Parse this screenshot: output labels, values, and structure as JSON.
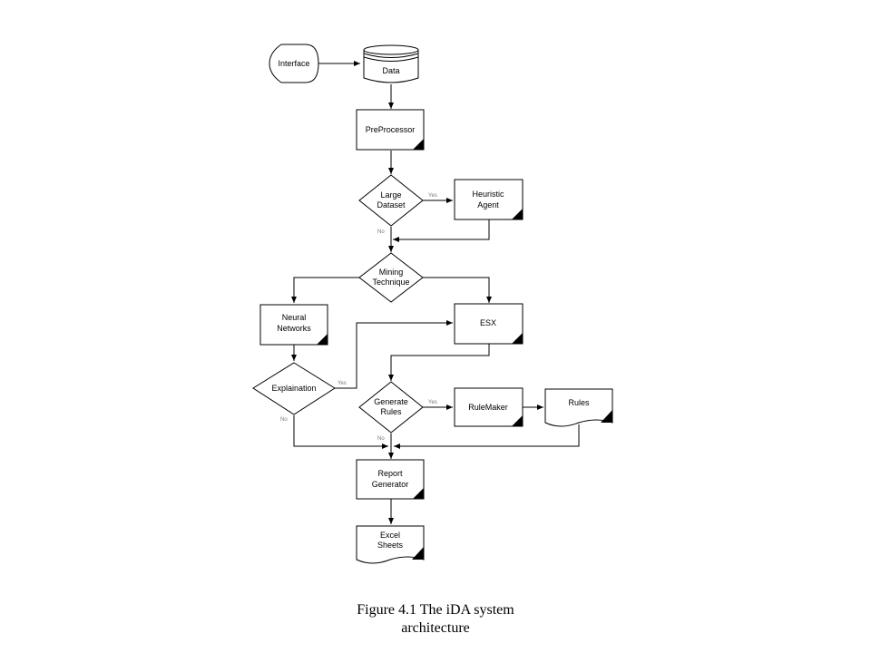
{
  "nodes": {
    "interface": "Interface",
    "data": "Data",
    "preprocessor": "PreProcessor",
    "large_dataset": [
      "Large",
      "Dataset"
    ],
    "heuristic_agent": [
      "Heuristic",
      "Agent"
    ],
    "mining_technique": [
      "Mining",
      "Technique"
    ],
    "neural_networks": [
      "Neural",
      "Networks"
    ],
    "esx": "ESX",
    "explaination": "Explaination",
    "generate_rules": [
      "Generate",
      "Rules"
    ],
    "rulemaker": "RuleMaker",
    "rules": "Rules",
    "report_generator": [
      "Report",
      "Generator"
    ],
    "excel_sheets": [
      "Excel",
      "Sheets"
    ]
  },
  "edge_labels": {
    "yes": "Yes",
    "no": "No"
  },
  "caption": [
    "Figure 4.1 The iDA system",
    "architecture"
  ]
}
